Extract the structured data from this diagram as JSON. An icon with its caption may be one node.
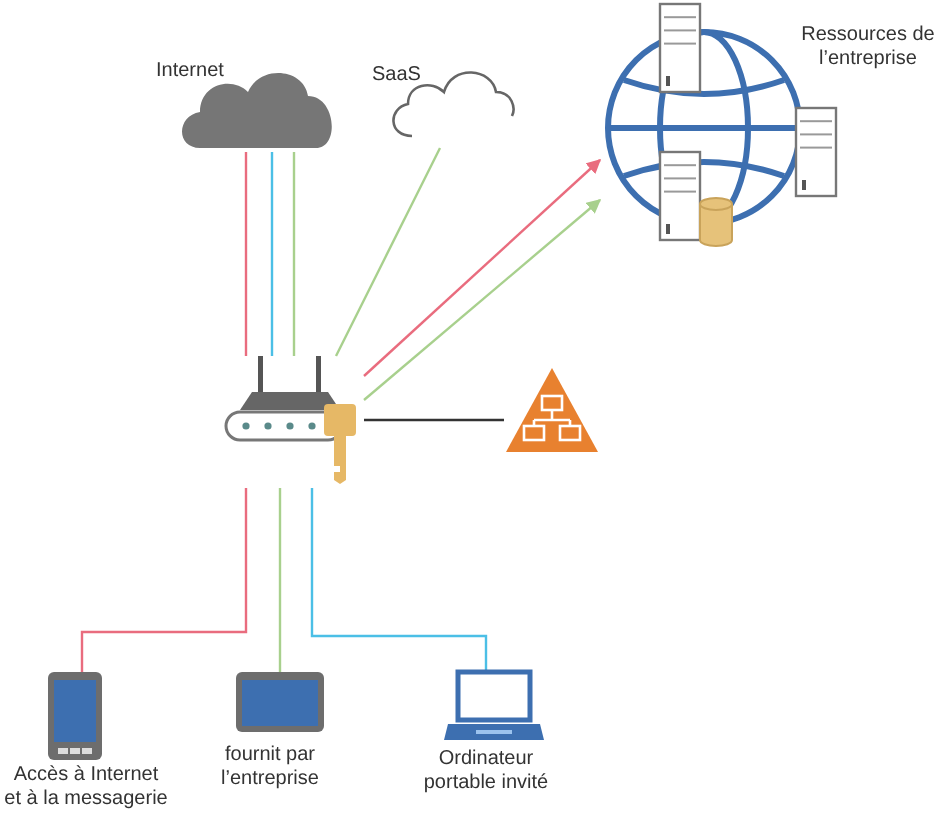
{
  "diagram": {
    "nodes": [
      {
        "text": [
          "Internet"
        ]
      },
      {
        "text": [
          "SaaS"
        ]
      },
      {
        "text": [
          "Ressources de l’entreprise"
        ]
      },
      {
        "text": [],
        "shape": "picture"
      },
      {
        "text": [],
        "shape": "picture"
      },
      {
        "text": [
          "Accès à Internet et à la messagerie"
        ]
      },
      {
        "text": [
          "fournit par l’entreprise"
        ]
      },
      {
        "text": [
          "Ordinateur portable invité"
        ]
      }
    ],
    "edges": [
      {
        "from": 0,
        "to": 3,
        "arrow": "none",
        "color": "#e96c7e"
      },
      {
        "from": 0,
        "to": 3,
        "arrow": "none",
        "color": "#4bbfe6"
      },
      {
        "from": 0,
        "to": 3,
        "arrow": "none",
        "color": "#a8d08d"
      },
      {
        "from": 1,
        "to": 3,
        "arrow": "none",
        "color": "#a8d08d"
      },
      {
        "from": 3,
        "to": 2,
        "arrow": "to",
        "color": "#e96c7e"
      },
      {
        "from": 3,
        "to": 2,
        "arrow": "to",
        "color": "#a8d08d"
      },
      {
        "from": 3,
        "to": 4,
        "arrow": "none",
        "color": "#333333"
      },
      {
        "from": 3,
        "to": 5,
        "arrow": "none",
        "color": "#e96c7e"
      },
      {
        "from": 3,
        "to": 6,
        "arrow": "none",
        "color": "#a8d08d"
      },
      {
        "from": 3,
        "to": 7,
        "arrow": "none",
        "color": "#4bbfe6"
      }
    ]
  }
}
